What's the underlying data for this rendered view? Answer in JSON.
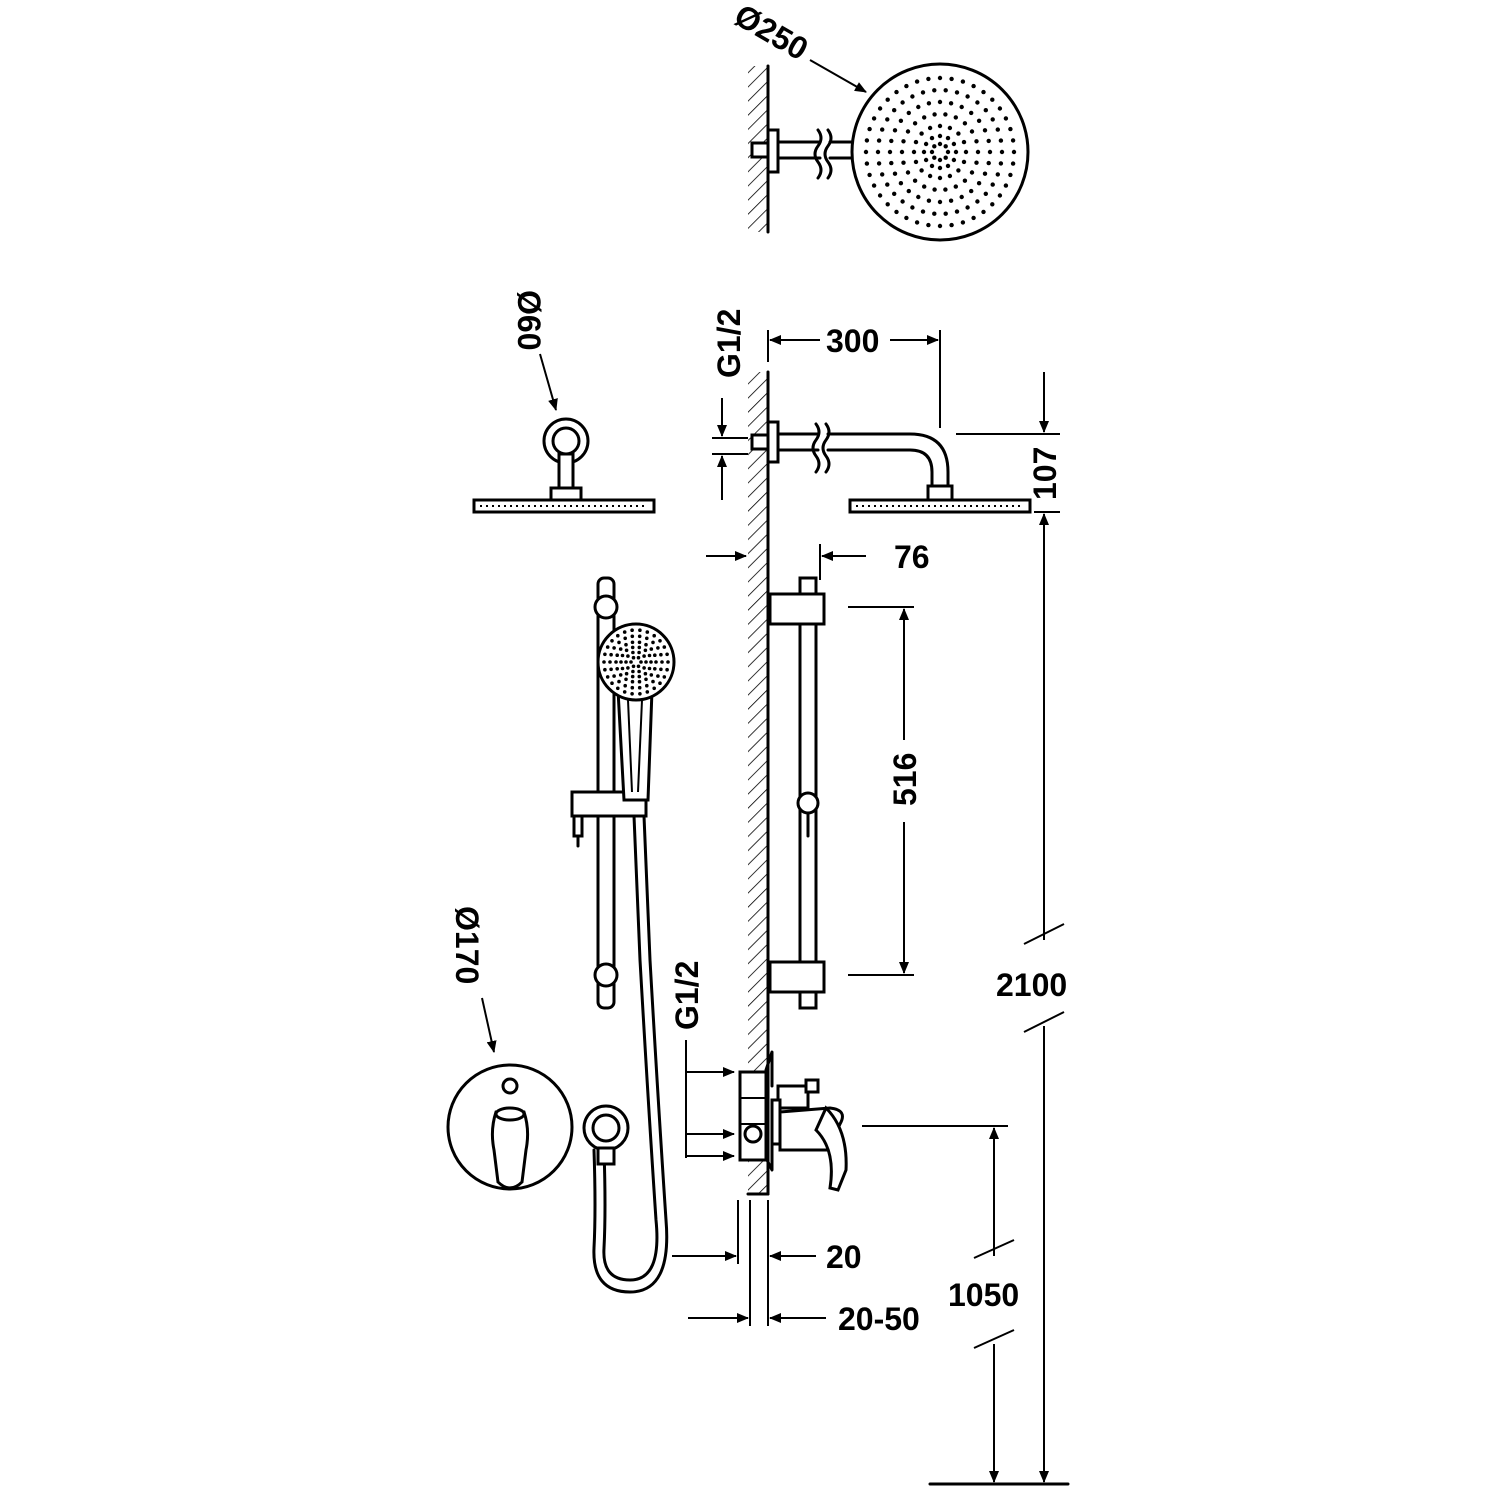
{
  "labels": {
    "d250": "Ø250",
    "d60": "Ø60",
    "d170": "Ø170",
    "g12_top": "G1/2",
    "g12_mid": "G1/2",
    "w300": "300",
    "h107": "107",
    "w76": "76",
    "h516": "516",
    "h2100": "2100",
    "w20": "20",
    "w2050": "20-50",
    "h1050": "1050"
  }
}
